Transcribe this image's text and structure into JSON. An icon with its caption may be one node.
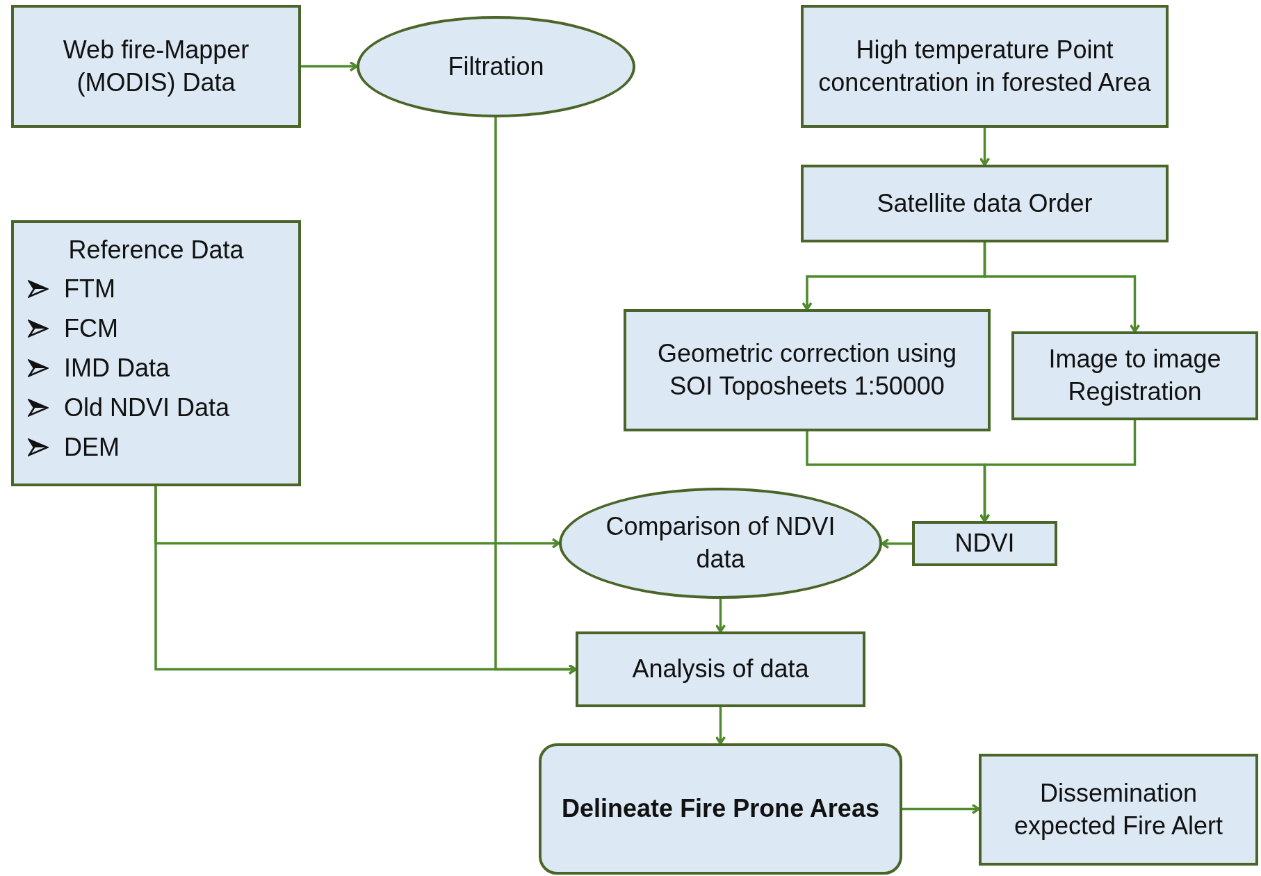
{
  "diagram": {
    "nodes": [
      {
        "text": [
          "Web fire-Mapper (MODIS) Data"
        ]
      },
      {
        "text": [
          "Filtration"
        ]
      },
      {
        "text": [
          "High temperature Point concentration in forested Area"
        ]
      },
      {
        "text": [
          "Satellite data Order"
        ]
      },
      {
        "text": [
          "Reference Data",
          "FTM",
          "FCM",
          "IMD Data",
          "Old NDVI Data",
          "DEM"
        ]
      },
      {
        "text": [
          "Geometric correction using SOI Toposheets 1:50000"
        ]
      },
      {
        "text": [
          "Image to image Registration"
        ]
      },
      {
        "text": [
          "Comparison of NDVI data"
        ]
      },
      {
        "text": [
          "NDVI"
        ]
      },
      {
        "text": [
          "Analysis of data"
        ]
      },
      {
        "text": [
          "Delineate Fire Prone Areas"
        ]
      },
      {
        "text": [
          "Dissemination expected Fire Alert"
        ]
      }
    ],
    "edges": [
      {
        "from": 0,
        "to": 1,
        "arrow": "to"
      },
      {
        "from": 2,
        "to": 3,
        "arrow": "to"
      },
      {
        "from": 3,
        "to": 5,
        "arrow": "to"
      },
      {
        "from": 3,
        "to": 6,
        "arrow": "to"
      },
      {
        "from": 5,
        "to": 8,
        "arrow": "to"
      },
      {
        "from": 6,
        "to": 8,
        "arrow": "to"
      },
      {
        "from": 8,
        "to": 7,
        "arrow": "to"
      },
      {
        "from": 4,
        "to": 7,
        "arrow": "to"
      },
      {
        "from": 4,
        "to": 9,
        "arrow": "to"
      },
      {
        "from": 1,
        "to": 9,
        "arrow": "to"
      },
      {
        "from": 7,
        "to": 9,
        "arrow": "to"
      },
      {
        "from": 9,
        "to": 10,
        "arrow": "to"
      },
      {
        "from": 10,
        "to": 11,
        "arrow": "to"
      }
    ]
  }
}
